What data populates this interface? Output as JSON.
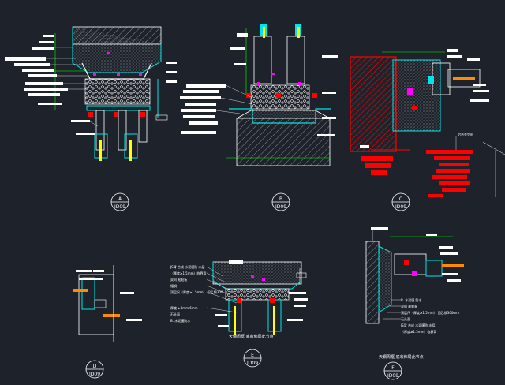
{
  "details": [
    {
      "letter": "A",
      "ref": "ID09"
    },
    {
      "letter": "B",
      "ref": "ID09"
    },
    {
      "letter": "C",
      "ref": "ID09"
    },
    {
      "letter": "D",
      "ref": "ID09"
    },
    {
      "letter": "E",
      "ref": "ID09"
    },
    {
      "letter": "F",
      "ref": "ID09"
    }
  ],
  "captions": {
    "e": "天鋼周框 底收佈局此节点",
    "f": "天鋼周框 底收佈局此节点"
  },
  "labels": {
    "e": [
      "JS背 合成 水泥膜防 水层",
      "（厚度≥1.5mm）临界背",
      "双向 粘贴板",
      "镶钢",
      "顶层尺（厚度≥1.5mm）  回乙钢300",
      "厚度 ≥8mm  6mm",
      "石头面",
      "B. 水泥膜防水"
    ],
    "f": [
      "B. 水泥膜 防水",
      "双向 粘贴板",
      "顶层尺（厚度≥1.5mm） 回乙钢300mm",
      "石头面",
      "JS背 合成 水泥膜防 水层",
      "（厚度≥1.5mm）临界背"
    ],
    "c": "铝合金型材"
  },
  "colors": {
    "background": "#1e232b",
    "line": "#ffffff",
    "hatch": "#ff0000",
    "accent_cyan": "#00e5e5",
    "accent_magenta": "#ff00ff",
    "accent_green": "#00ff00",
    "accent_yellow": "#ffff00"
  }
}
